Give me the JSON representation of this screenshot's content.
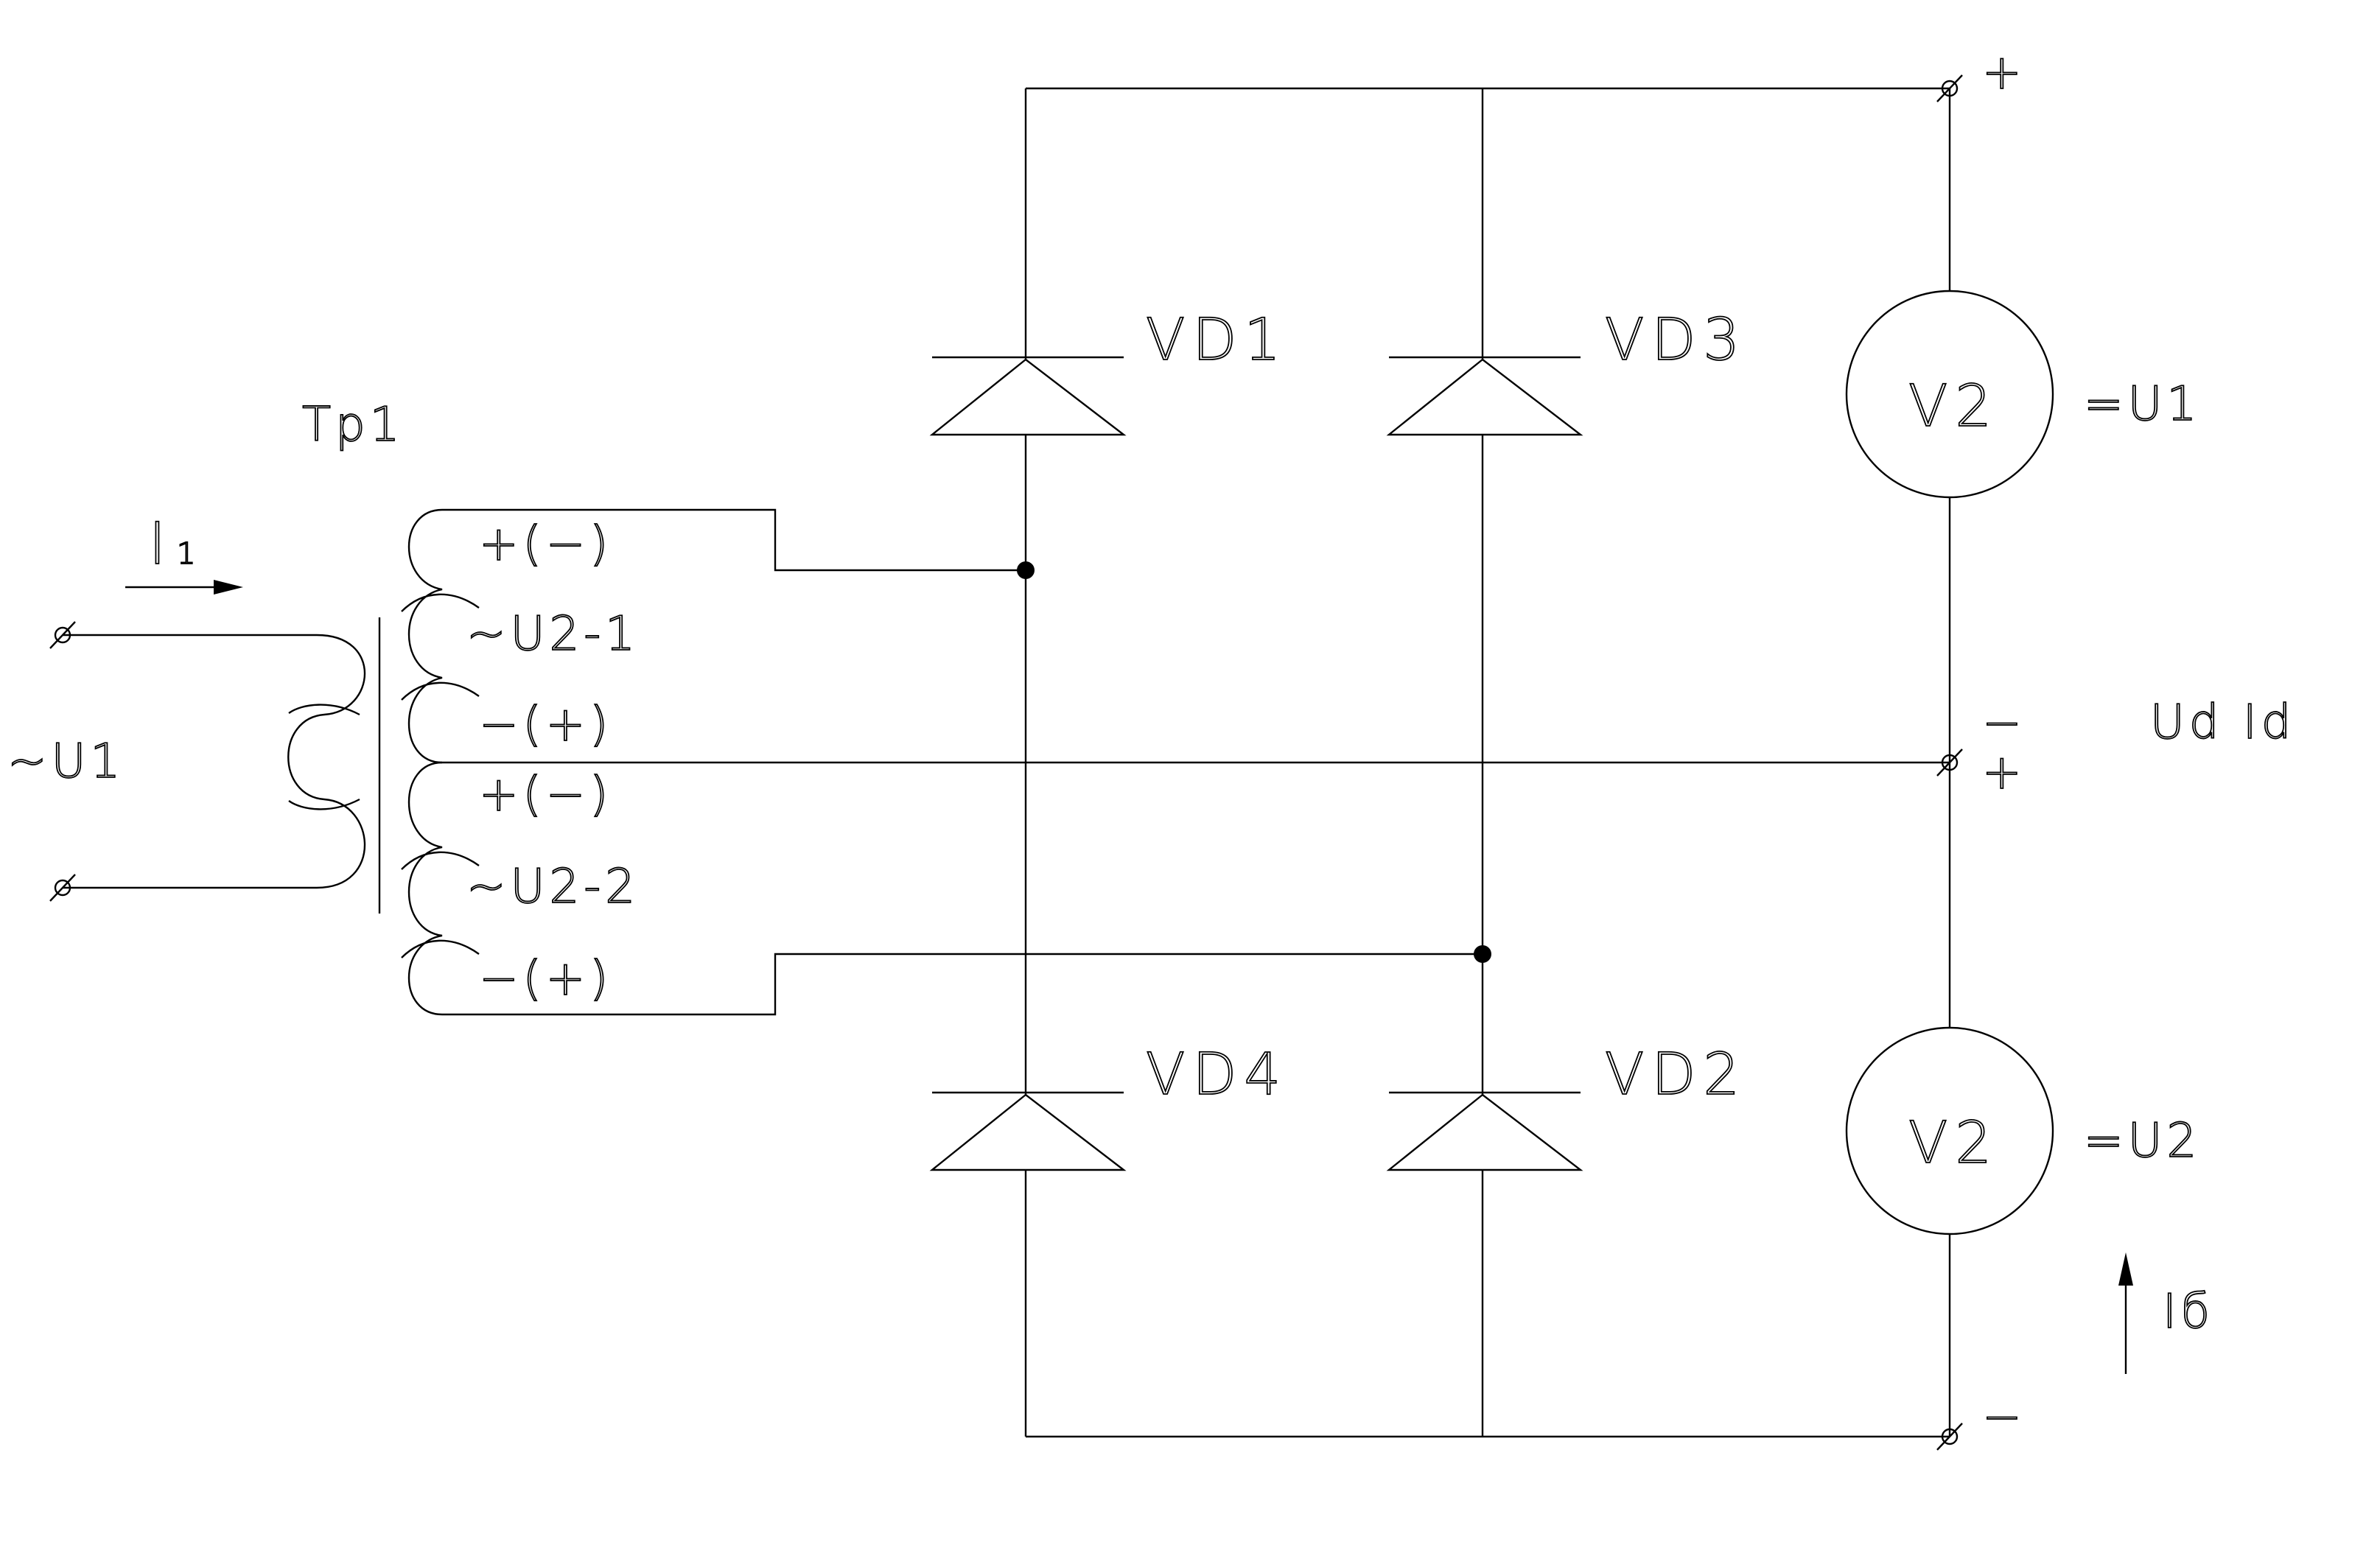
{
  "diagram": {
    "transformer_label": "Tр1",
    "current_primary": {
      "main": "I",
      "sub": "1"
    },
    "input_voltage": "~U1",
    "winding_top": {
      "sign_top": "+(−)",
      "voltage": "~U2-1",
      "sign_bottom": "−(+)"
    },
    "winding_bottom": {
      "sign_top": "+(−)",
      "voltage": "~U2-2",
      "sign_bottom": "−(+)"
    },
    "diodes": {
      "d1": "VD1",
      "d3": "VD3",
      "d4": "VD4",
      "d2": "VD2"
    },
    "meters": {
      "upper": "V2",
      "lower": "V2"
    },
    "meter_readings": {
      "upper": "=U1",
      "lower": "=U2"
    },
    "output_label": "Ud Id",
    "battery_current": "Iб",
    "terminals": {
      "top": "+",
      "mid_top": "−",
      "mid_bottom": "+",
      "bottom": "−"
    }
  }
}
